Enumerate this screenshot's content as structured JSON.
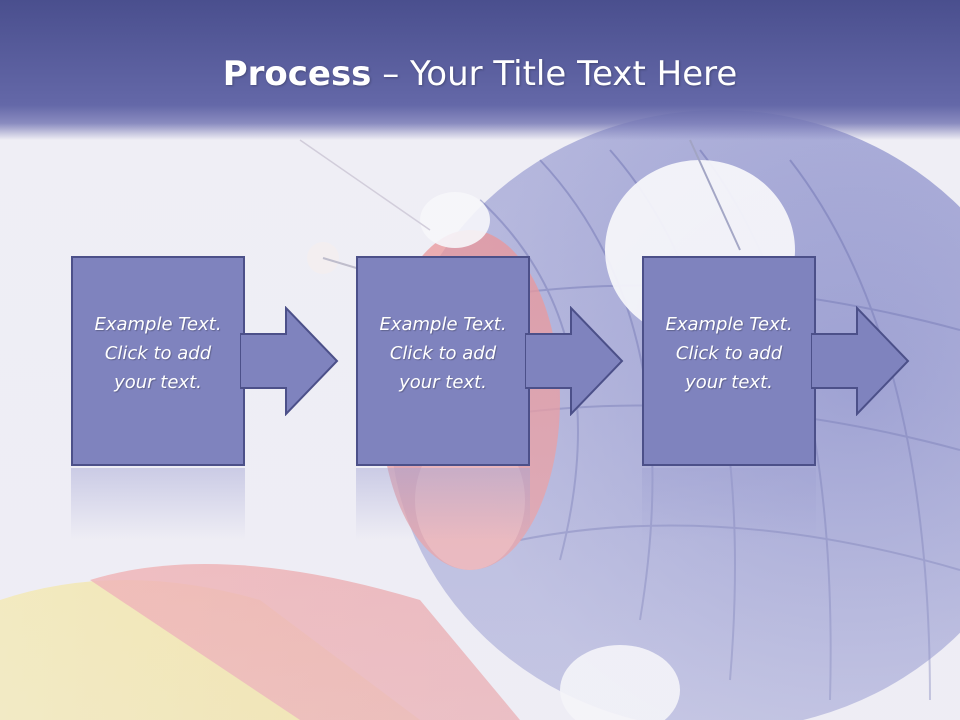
{
  "slide": {
    "title_bold": "Process",
    "title_rest": " – Your Title Text Here"
  },
  "steps": [
    {
      "line1": "Example Text.",
      "line2": "Click  to add",
      "line3": "your text."
    },
    {
      "line1": "Example Text.",
      "line2": "Click  to add",
      "line3": "your text."
    },
    {
      "line1": "Example Text.",
      "line2": "Click  to add",
      "line3": "your text."
    }
  ],
  "colors": {
    "header": "#5b5f9e",
    "box_fill": "#7f83be",
    "box_border": "#4c5089",
    "text": "#ffffff"
  },
  "icons": [
    "arrow-right-icon"
  ]
}
